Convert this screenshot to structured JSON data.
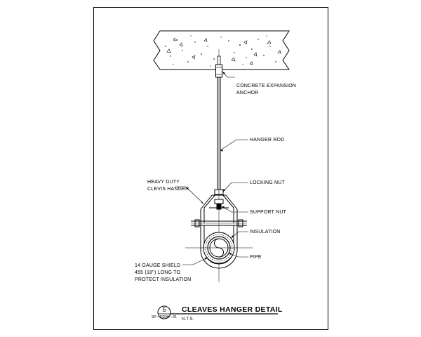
{
  "callouts": {
    "anchor_line1": "CONCRETE EXPANSION",
    "anchor_line2": "ANCHOR",
    "hanger_rod": "HANGER ROD",
    "clevis_line1": "HEAVY DUTY",
    "clevis_line2": "CLEVIS HANGER",
    "locking_nut": "LOCKING NUT",
    "support_nut": "SUPPORT NUT",
    "insulation": "INSULATION",
    "pipe": "PIPE",
    "shield_line1": "14 GAUGE SHIELD",
    "shield_line2": "455 (18\") LONG TO",
    "shield_line3": "PROTECT INSULATION"
  },
  "title_block": {
    "detail_number": "5",
    "sheet_ref": "SP—ESDH—01",
    "title": "CLEAVES HANGER DETAIL",
    "scale": "N.T.S."
  },
  "colors": {
    "line": "#000000",
    "background": "#ffffff"
  }
}
